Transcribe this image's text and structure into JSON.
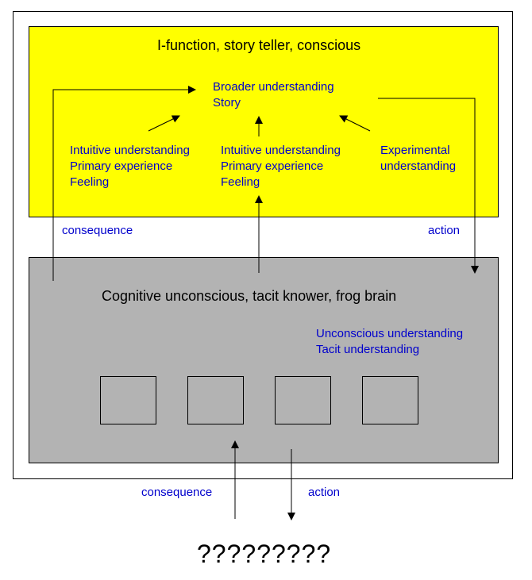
{
  "conscious": {
    "title": "I-function, story teller, conscious",
    "broader": [
      "Broader understanding",
      "Story"
    ],
    "left_group": [
      "Intuitive understanding",
      "Primary experience",
      "Feeling"
    ],
    "middle_group": [
      "Intuitive understanding",
      "Primary experience",
      "Feeling"
    ],
    "right_group": [
      "Experimental",
      "understanding"
    ]
  },
  "unconscious": {
    "title": "Cognitive unconscious, tacit knower, frog brain",
    "understanding": [
      "Unconscious understanding",
      "Tacit understanding"
    ],
    "module_count": 4
  },
  "labels": {
    "consequence_upper": "consequence",
    "action_upper": "action",
    "consequence_lower": "consequence",
    "action_lower": "action",
    "unknown": "?????????"
  },
  "colors": {
    "conscious_fill": "#ffff00",
    "unconscious_fill": "#b3b3b3",
    "text_blue": "#0000cc"
  }
}
